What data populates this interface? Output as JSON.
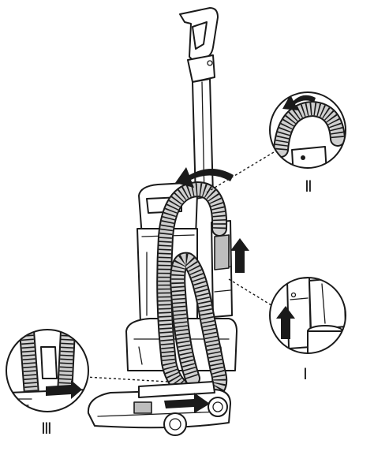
{
  "callouts": {
    "top_right": {
      "numeral": "Ⅱ"
    },
    "middle_right": {
      "numeral": "Ⅰ"
    },
    "bottom_left": {
      "numeral": "Ⅲ"
    }
  }
}
